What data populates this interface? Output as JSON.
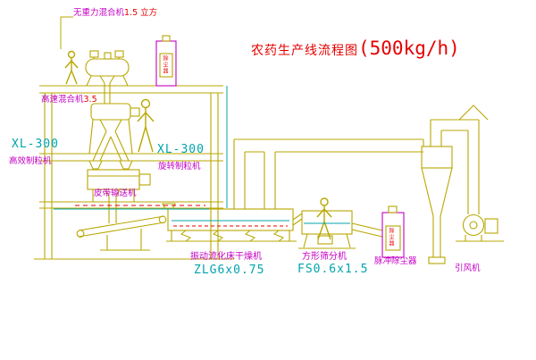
{
  "title": {
    "main": "农药生产线流程图",
    "capacity": "(500kg/h)"
  },
  "equipment_labels": {
    "gravity_mixer": {
      "name": "无重力混合机",
      "spec": "1.5 立方"
    },
    "high_speed_mixer": {
      "name": "高速混合机",
      "spec": "3.5"
    },
    "granulator_left": {
      "model": "XL-300",
      "name": "高效制粒机"
    },
    "granulator_center": {
      "model": "XL-300",
      "name": "旋转制粒机"
    },
    "belt_conveyor": {
      "name": "皮带输送机"
    },
    "fluid_bed_dryer": {
      "name": "振动流化床干燥机",
      "model": "ZLG6x0.75"
    },
    "square_sieve": {
      "name": "方形筛分机",
      "model": "FS0.6x1.5"
    },
    "pulse_dust_collector": {
      "name": "脉冲除尘器"
    },
    "induced_draft_fan": {
      "name": "引风机"
    },
    "collector_box_text": "除尘器"
  },
  "colors": {
    "line_yellow": "#b8a700",
    "accent_cyan": "#00a4ae",
    "label_magenta": "#c400c4",
    "accent_red": "#e60000",
    "background": "#ffffff"
  }
}
